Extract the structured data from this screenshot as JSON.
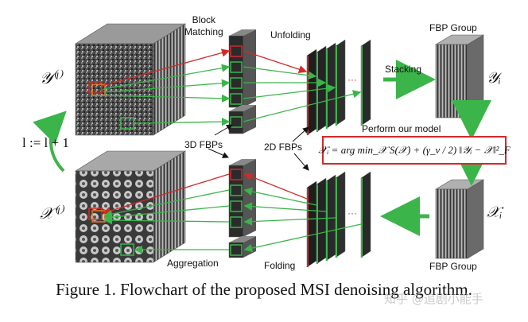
{
  "labels": {
    "block_matching": "Block\nMatching",
    "unfolding": "Unfolding",
    "fbp_group_top": "FBP Group",
    "stacking": "Stacking",
    "perform_model": "Perform our model",
    "fbps_3d": "3D FBPs",
    "fbps_2d": "2D FBPs",
    "aggregation": "Aggregation",
    "folding": "Folding",
    "fbp_group_bottom": "FBP Group"
  },
  "math": {
    "y_l": "𝒴⁽ˡ⁾",
    "x_l": "𝒳⁽ˡ⁾",
    "iter": "l := l + 1",
    "y_i": "𝒴ᵢ",
    "x_i": "𝒳ᵢ",
    "formula": "𝒳ᵢ = arg min_𝒳 S(𝒳) + (γ_v / 2) ‖𝒴ᵢ − 𝒳‖²_F"
  },
  "caption": "Figure 1. Flowchart of the proposed MSI denoising algorithm.",
  "watermark": "知乎 @追剧小能手",
  "colors": {
    "green": "#3bb54a",
    "red": "#d12a2a",
    "arrow_black": "#111111"
  }
}
